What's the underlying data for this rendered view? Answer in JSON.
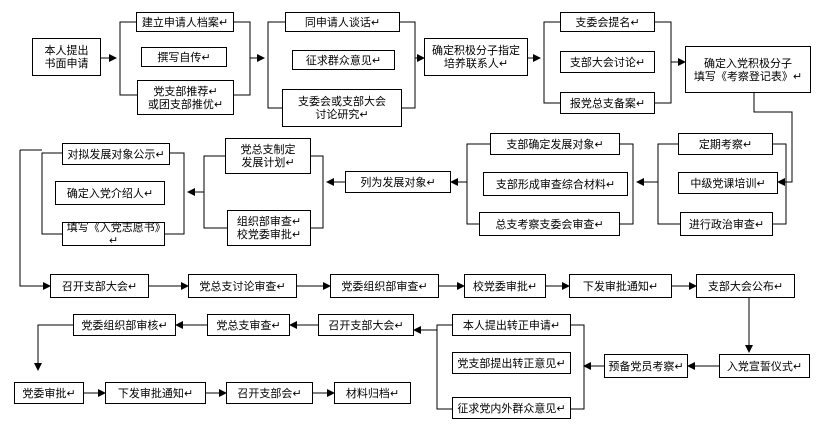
{
  "steps": {
    "apply": "本人提出\n书面申请",
    "create_file": "建立申请人档案↵",
    "write_bio": "撰写自传↵",
    "recommend": "党支部推荐↵\n或团支部推优↵",
    "talk": "同申请人谈话↵",
    "solicit_opinion": "征求群众意见↵",
    "discuss": "支委会或支部大会\n讨论研究↵",
    "designate_contact": "确定积极分子指定\n培养联系人↵",
    "branch_nominate": "支委会提名↵",
    "branch_assembly_discuss": "支部大会讨论↵",
    "report_general_branch": "报党总支备案↵",
    "confirm_activist": "确定入党积极分子\n填写《考察登记表》↵",
    "regular_inspection": "定期考察↵",
    "mid_training": "中级党课培训↵",
    "political_review": "进行政治审查↵",
    "confirm_target": "支部确定发展对象↵",
    "branch_comprehensive": "支部形成审查综合材料↵",
    "general_branch_review": "总支考察支委会审查↵",
    "list_target": "列为发展对象↵",
    "make_plan": "党总支制定\n发展计划↵",
    "org_review_approve": "组织部审查↵\n校党委审批↵",
    "publicize": "对拟发展对象公示↵",
    "confirm_introducer": "确定入党介绍人↵",
    "fill_volunteer": "填写《入党志愿书》↵",
    "convene_branch_1": "召开支部大会↵",
    "general_branch_discuss": "党总支讨论审查↵",
    "committee_org_review_1": "党委组织部审查↵",
    "school_committee_approve": "校党委审批↵",
    "issue_approval_1": "下发审批通知↵",
    "branch_announce": "支部大会公布↵",
    "oath": "入党宣誓仪式↵",
    "probation_inspection": "预备党员考察↵",
    "apply_regular": "本人提出转正申请↵",
    "branch_regular_opinion": "党支部提出转正意见↵",
    "solicit_inside_outside": "征求党内外群众意见↵",
    "convene_branch_2": "召开支部大会↵",
    "general_branch_review_2": "党总支审查↵",
    "committee_org_check": "党委组织部审核↵",
    "committee_approve": "党委审批↵",
    "issue_approval_2": "下发审批通知↵",
    "convene_branch_3": "召开支部会↵",
    "archive": "材料归档↵"
  }
}
